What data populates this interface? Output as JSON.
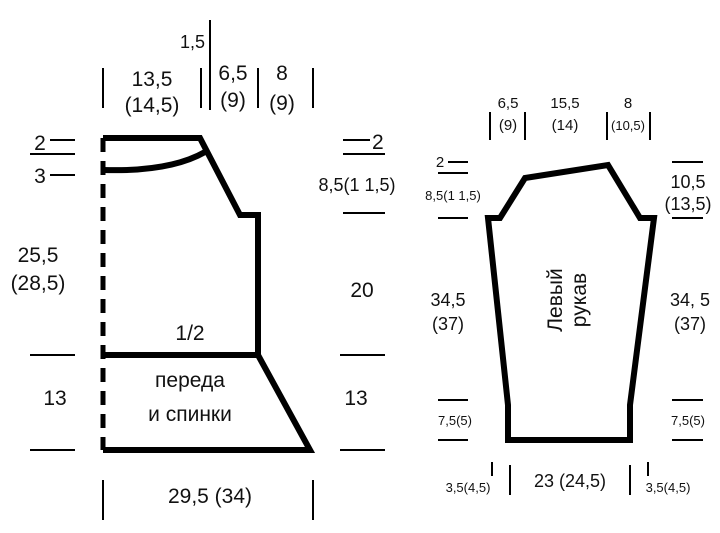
{
  "front_back": {
    "title_fraction": "1/2",
    "title_line1": "переда",
    "title_line2": "и спинки",
    "top": {
      "neck_drop_small": "1,5",
      "neck_half": "13,5",
      "neck_half_alt": "(14,5)",
      "shoulder_a": "6,5",
      "shoulder_a_alt": "(9)",
      "shoulder_b": "8",
      "shoulder_b_alt": "(9)"
    },
    "left": {
      "back_neck": "2",
      "front_neck": "3",
      "armhole_to_top": "25,5",
      "armhole_to_top_alt": "(28,5)",
      "hem": "13"
    },
    "right": {
      "shoulder": "2",
      "shoulder_bevel": "8,5(1 1,5)",
      "armhole": "20",
      "hem": "13"
    },
    "bottom": "29,5  (34)"
  },
  "sleeve": {
    "title_line1": "Левый",
    "title_line2": "рукав",
    "top": {
      "left": "6,5",
      "left_alt": "(9)",
      "middle": "15,5",
      "middle_alt": "(14)",
      "right": "8",
      "right_alt": "(10,5)"
    },
    "left": {
      "cap_top": "2",
      "cap": "8,5(1 1,5)",
      "length": "34,5",
      "length_alt": "(37)",
      "cuff": "7,5(5)"
    },
    "right": {
      "cap": "10,5",
      "cap_alt": "(13,5)",
      "length": "34, 5",
      "length_alt": "(37)",
      "cuff": "7,5(5)"
    },
    "bottom": {
      "left": "3,5(4,5)",
      "middle": "23  (24,5)",
      "right": "3,5(4,5)"
    }
  }
}
